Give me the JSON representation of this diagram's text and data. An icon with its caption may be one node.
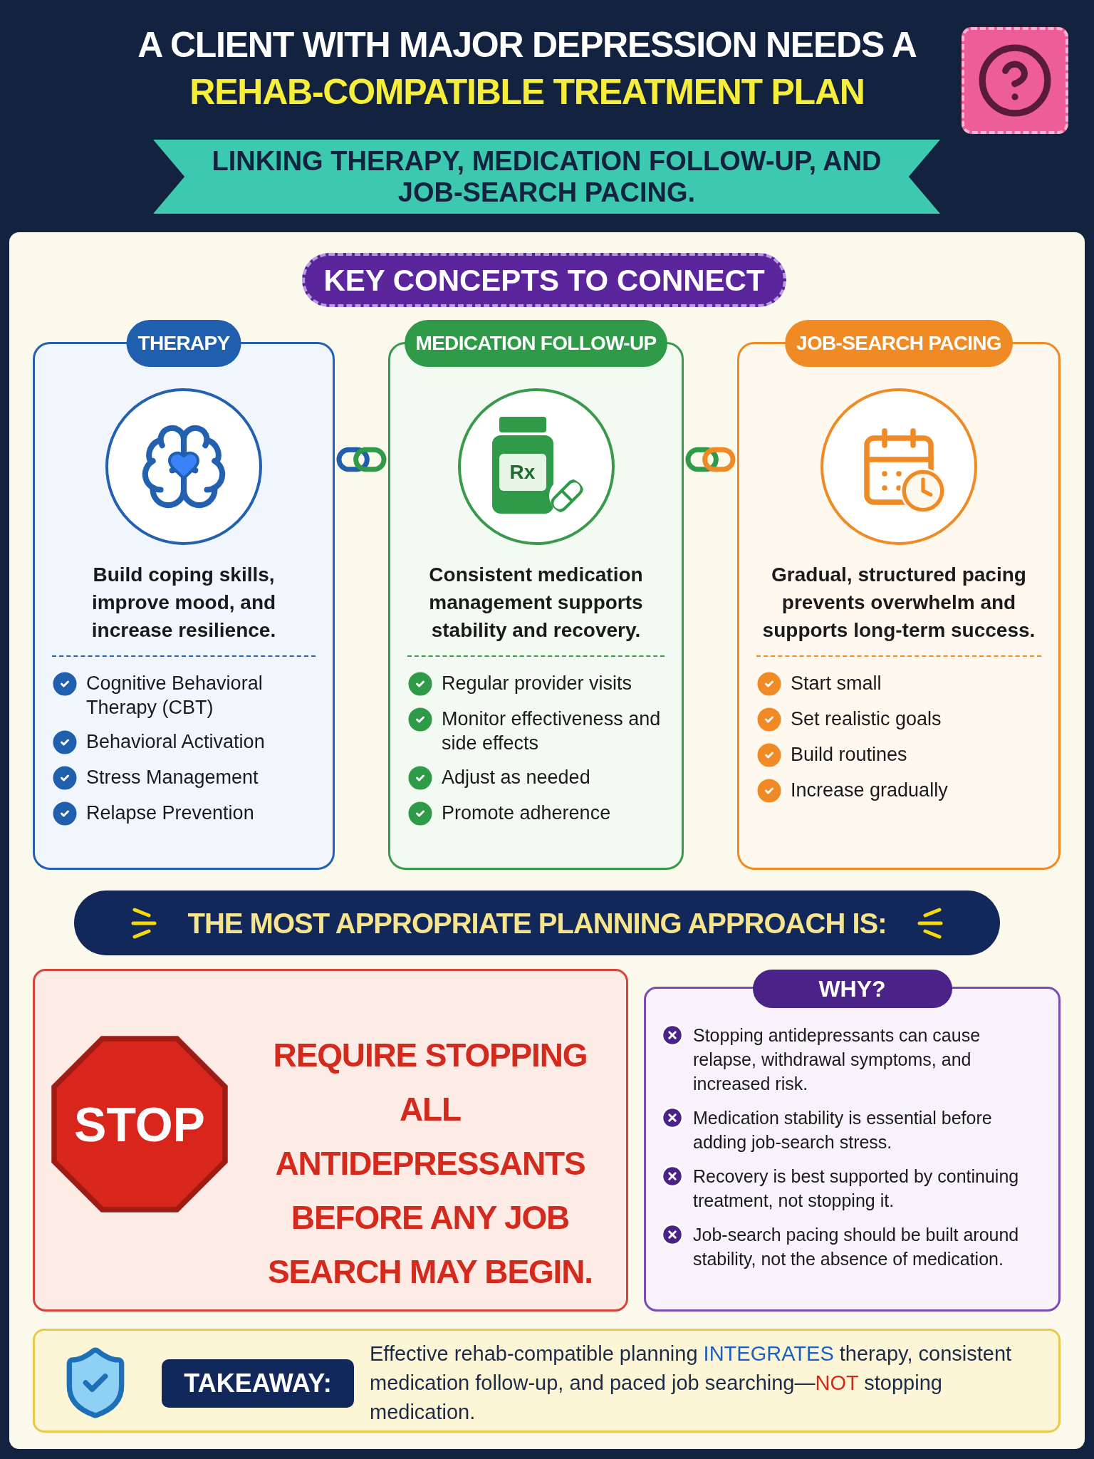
{
  "diagram": {
    "title": "A CLIENT WITH MAJOR DEPRESSION NEEDS A **REHAB-COMPATIBLE TREATMENT PLAN**",
    "nodes": [
      {
        "text": [
          "LINKING THERAPY, MEDICATION FOLLOW-UP, AND JOB-SEARCH PACING."
        ]
      },
      {
        "text": [
          "KEY CONCEPTS TO CONNECT"
        ]
      },
      {
        "text": [
          "THERAPY",
          "Build coping skills, improve mood, and increase resilience.",
          "Cognitive Behavioral Therapy (CBT)",
          "Behavioral Activation",
          "Stress Management",
          "Relapse Prevention"
        ]
      },
      {
        "text": [
          "MEDICATION FOLLOW-UP",
          "Consistent medication management supports stability and recovery.",
          "Regular provider visits",
          "Monitor effectiveness and side effects",
          "Adjust as needed",
          "Promote adherence"
        ]
      },
      {
        "text": [
          "JOB-SEARCH PACING",
          "Gradual, structured pacing prevents overwhelm and supports long-term success.",
          "Start small",
          "Set realistic goals",
          "Build routines",
          "Increase gradually"
        ]
      },
      {
        "text": [
          "THE MOST APPROPRIATE PLANNING APPROACH IS:"
        ]
      },
      {
        "text": [
          "REQUIRE STOPPING ALL ANTIDEPRESSANTS BEFORE ANY JOB SEARCH MAY BEGIN."
        ]
      },
      {
        "text": [
          "STOP"
        ],
        "in": 6
      },
      {
        "text": [
          "WHY?",
          "Stopping antidepressants can cause relapse, withdrawal symptoms, and increased risk.",
          "Medication stability is essential before adding job-search stress.",
          "Recovery is best supported by continuing treatment, not stopping it.",
          "Job-search pacing should be built around stability, not the absence of medication."
        ]
      },
      {
        "text": [
          "Effective rehab-compatible planning **INTEGRATES** therapy, consistent medication follow-up, and paced job searching—**NOT** stopping medication."
        ]
      },
      {
        "text": [
          "TAKEAWAY:"
        ],
        "in": 9
      }
    ],
    "labels": [
      "Rx"
    ]
  }
}
